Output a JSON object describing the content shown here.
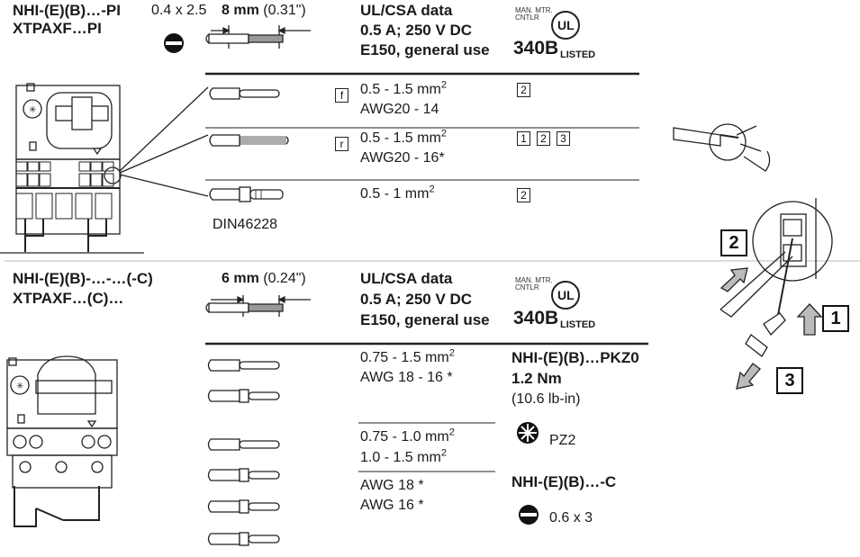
{
  "top": {
    "model1": "NHI-(E)(B)…-PI",
    "model2": "XTPAXF…PI",
    "screwdriver": "0.4 x 2.5",
    "strip_mm": "8 mm",
    "strip_in": "(0.31\")",
    "ul_title": "UL/CSA data",
    "ul_rating": "0.5 A; 250 V DC",
    "ul_use": "E150, general use",
    "cert_cat1": "MAN. MTR.",
    "cert_cat2": "CNTLR",
    "cert_code": "340B",
    "listed": "LISTED",
    "ul_mark": "UL",
    "rows": [
      {
        "tag": "f",
        "l1": "0.5 - 1.5 mm",
        "sup1": "2",
        "l2": "AWG20 - 14",
        "ref": [
          "2"
        ]
      },
      {
        "tag": "r",
        "l1": "0.5 - 1.5 mm",
        "sup1": "2",
        "l2": "AWG20 - 16*",
        "ref": [
          "1",
          "2",
          "3"
        ]
      },
      {
        "tag": "",
        "l1": "0.5 - 1 mm",
        "sup1": "2",
        "l2": "",
        "ref": [
          "2"
        ]
      }
    ],
    "din": "DIN46228"
  },
  "bottom": {
    "model1": "NHI-(E)(B)-…-…(-C)",
    "model2": "XTPAXF…(C)…",
    "strip_mm": "6 mm",
    "strip_in": "(0.24\")",
    "ul_title": "UL/CSA data",
    "ul_rating": "0.5 A; 250 V DC",
    "ul_use": "E150, general use",
    "cert_cat1": "MAN. MTR.",
    "cert_cat2": "CNTLR",
    "cert_code": "340B",
    "listed": "LISTED",
    "ul_mark": "UL",
    "g1_l1": "0.75 - 1.5 mm",
    "g1_sup": "2",
    "g1_l2": "AWG 18 - 16 *",
    "g2_l1": "0.75 - 1.0 mm",
    "g2_sup1": "2",
    "g2_l2": "1.0 - 1.5 mm",
    "g2_sup2": "2",
    "g3_l1": "AWG 18 *",
    "g3_l2": "AWG 16 *",
    "pkz_title": "NHI-(E)(B)…PKZ0",
    "torque_nm": "1.2 Nm",
    "torque_lb": "(10.6 lb-in)",
    "pz": "PZ2",
    "c_title": "NHI-(E)(B)…-C",
    "flat": "0.6 x 3"
  },
  "side": {
    "step2": "2",
    "step1": "1",
    "step3": "3"
  }
}
